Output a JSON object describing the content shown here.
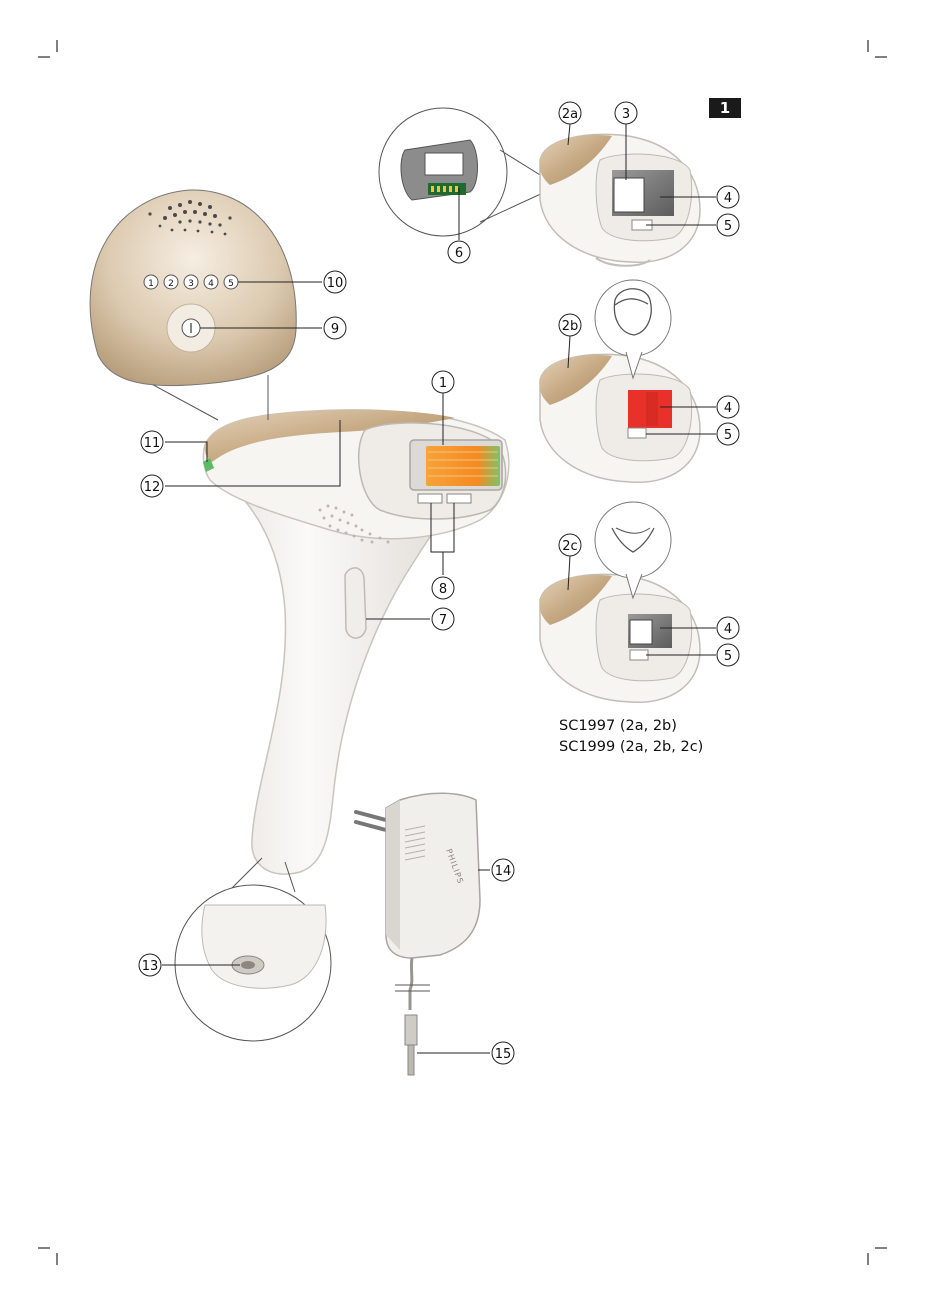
{
  "figure_number": "1",
  "callouts": {
    "c1": "1",
    "c2a": "2a",
    "c2b": "2b",
    "c2c": "2c",
    "c3": "3",
    "c4a": "4",
    "c4b": "4",
    "c4c": "4",
    "c5a": "5",
    "c5b": "5",
    "c5c": "5",
    "c6": "6",
    "c7": "7",
    "c8": "8",
    "c9": "9",
    "c10": "10",
    "c11": "11",
    "c12": "12",
    "c13": "13",
    "c14": "14",
    "c15": "15"
  },
  "intensity_levels": [
    "1",
    "2",
    "3",
    "4",
    "5"
  ],
  "adapter_brand": "PHILIPS",
  "models": [
    "SC1997 (2a, 2b)",
    "SC1999 (2a, 2b, 2c)"
  ],
  "colors": {
    "gold": "#c9ae8c",
    "body": "#f3f1ee",
    "orange_window": "#f7931e",
    "red_window": "#e8312a",
    "green_led": "#5dbb63"
  }
}
